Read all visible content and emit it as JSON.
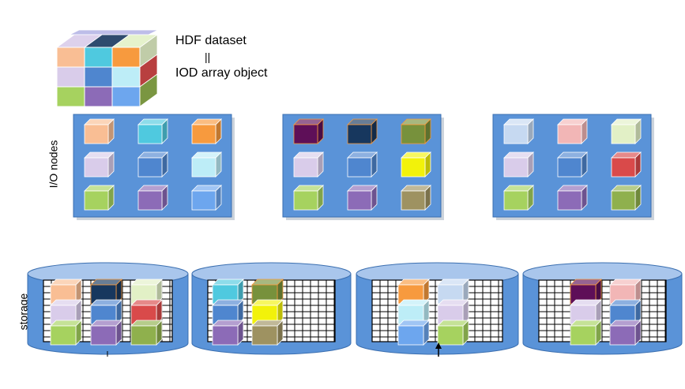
{
  "title_lines": [
    "HDF dataset",
    "||",
    "IOD array object"
  ],
  "io_label": "I/O nodes",
  "storage_label": "storage",
  "colors": {
    "peach": "#F9BE94",
    "cyan": "#4FC9DF",
    "orange": "#F79A3E",
    "lavender": "#D9CCEA",
    "blue": "#4F86CF",
    "lightcyan": "#BDEDF7",
    "green": "#A6D25F",
    "purple": "#8C6BB7",
    "skyblue": "#6DA6EE",
    "plum": "#5E0F58",
    "navy": "#17375E",
    "olive": "#77913C",
    "yellow": "#F2F20A",
    "khaki": "#9E9261",
    "paleblue": "#C6D9F1",
    "pink": "#F2B6B6",
    "palegreen": "#E2F0C6",
    "red": "#D94A4A",
    "moss": "#8FB04D",
    "panel": "#5A93D8",
    "disk": "#5A93D8",
    "disk_top": "#A9C6EC"
  },
  "io_nodes": [
    [
      "peach",
      "cyan",
      "orange",
      "lavender",
      "blue",
      "lightcyan",
      "green",
      "purple",
      "skyblue"
    ],
    [
      "plum",
      "navy",
      "olive",
      "lavender",
      "blue",
      "yellow",
      "green",
      "purple",
      "khaki"
    ],
    [
      "paleblue",
      "pink",
      "palegreen",
      "lavender",
      "blue",
      "red",
      "green",
      "purple",
      "moss"
    ]
  ],
  "storage": [
    [
      [
        "peach",
        "lavender",
        "green"
      ],
      [
        "navy",
        "blue",
        "purple"
      ],
      [
        "palegreen",
        "red",
        "moss"
      ]
    ],
    [
      [
        "cyan",
        "blue",
        "purple"
      ],
      [
        "olive",
        "yellow",
        "khaki"
      ]
    ],
    [
      [
        "orange",
        "lightcyan",
        "skyblue"
      ],
      [
        "paleblue",
        "lavender",
        "green"
      ]
    ],
    [
      [
        "plum",
        "lavender",
        "green"
      ],
      [
        "pink",
        "blue",
        "purple"
      ]
    ]
  ]
}
